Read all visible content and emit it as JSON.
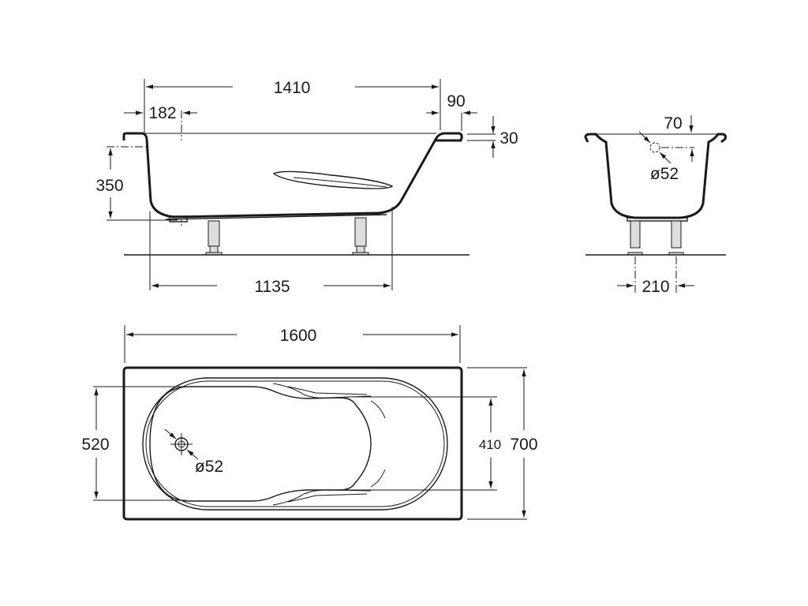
{
  "side_view": {
    "overall_top_length": "1410",
    "drain_offset": "182",
    "rim_overhang": "90",
    "rim_thickness": "30",
    "depth": "350",
    "bottom_length": "1135"
  },
  "end_view": {
    "overflow_offset": "70",
    "overflow_diameter": "ø52",
    "leg_spacing": "210"
  },
  "plan_view": {
    "length": "1600",
    "inner_width": "520",
    "bottom_width": "410",
    "width": "700",
    "drain_diameter": "ø52"
  },
  "colors": {
    "line": "#1a1a1a",
    "background": "#ffffff"
  }
}
